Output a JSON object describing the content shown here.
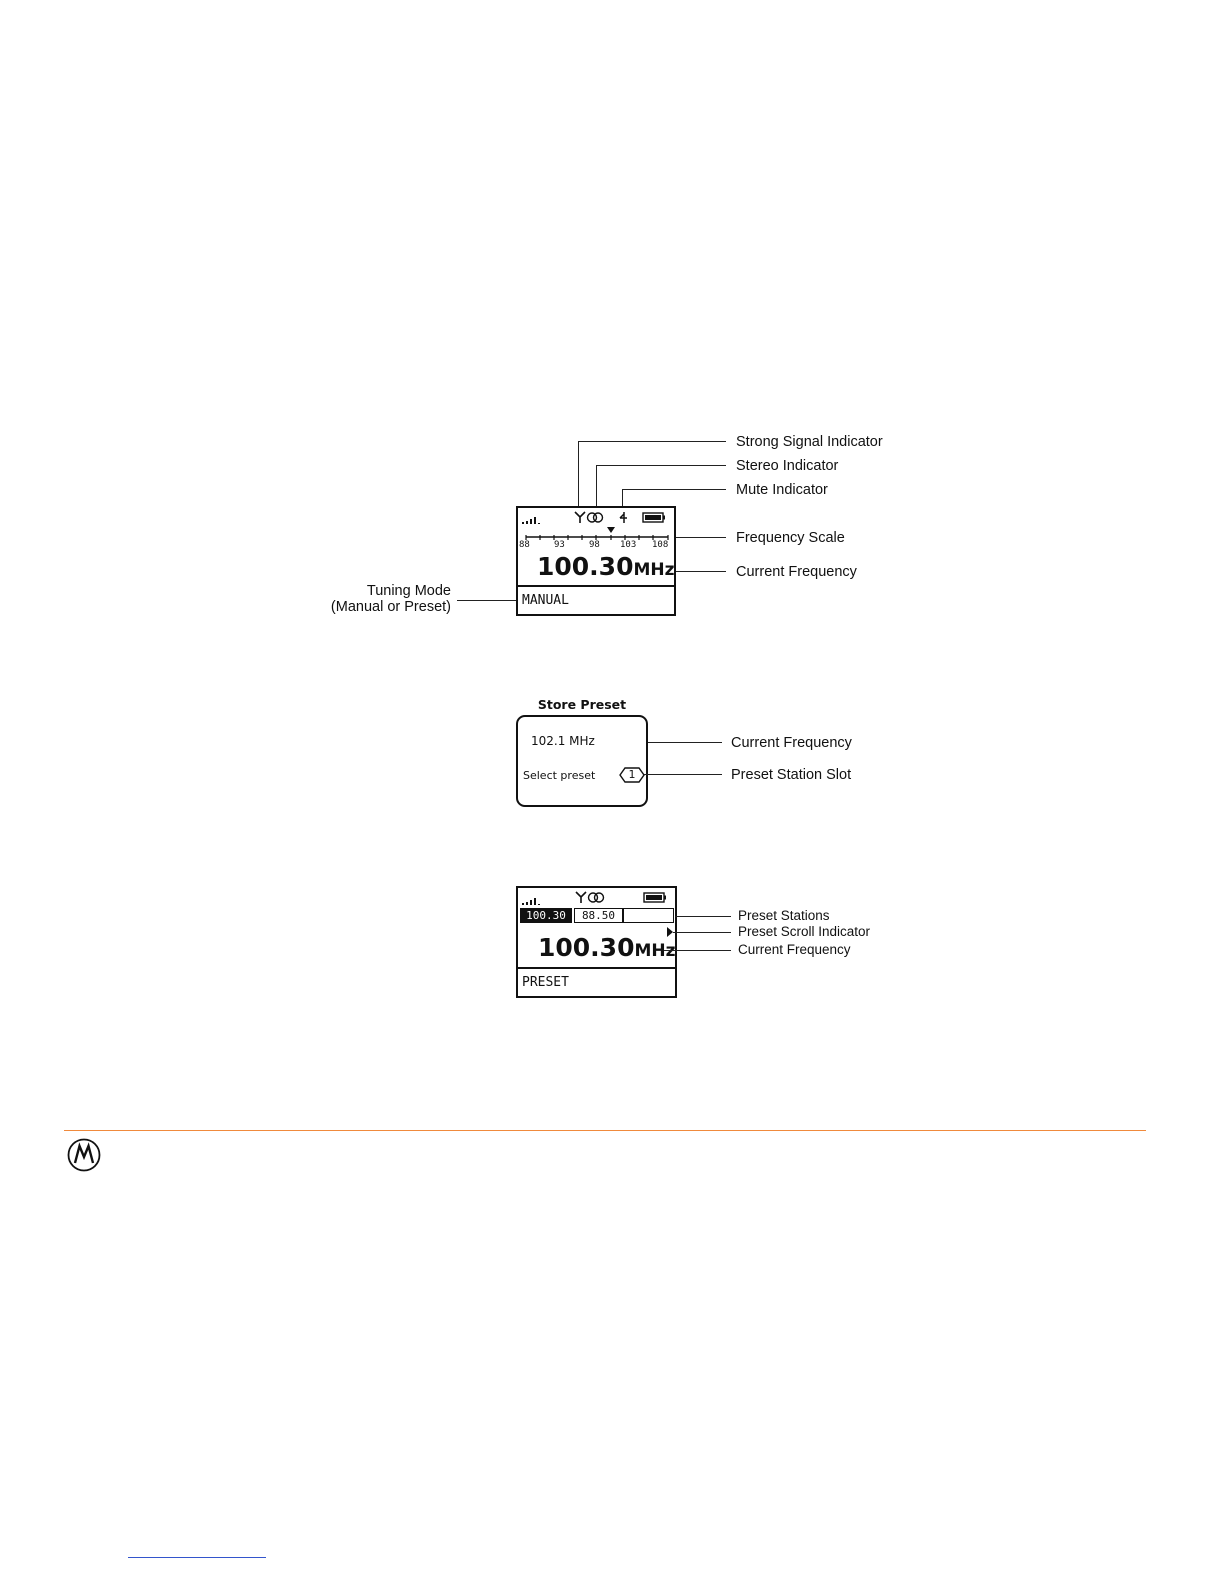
{
  "diagram1": {
    "callouts": {
      "strong_signal": "Strong Signal Indicator",
      "stereo": "Stereo Indicator",
      "mute": "Mute Indicator",
      "frequency_scale": "Frequency Scale",
      "current_frequency": "Current Frequency",
      "tuning_mode_line1": "Tuning Mode",
      "tuning_mode_line2": "(Manual or Preset)"
    },
    "screen": {
      "scale_labels": [
        "88",
        "93",
        "98",
        "103",
        "108"
      ],
      "frequency_value": "100.30",
      "frequency_unit": "MHz",
      "mode": "MANUAL"
    }
  },
  "diagram2": {
    "title": "Store Preset",
    "frequency": "102.1 MHz",
    "select_label": "Select preset",
    "slot_number": "1",
    "callouts": {
      "current_frequency": "Current Frequency",
      "preset_slot": "Preset Station Slot"
    }
  },
  "diagram3": {
    "presets": [
      "100.30",
      "88.50",
      ""
    ],
    "frequency_value": "100.30",
    "frequency_unit": "MHz",
    "mode": "PRESET",
    "callouts": {
      "preset_stations": "Preset Stations",
      "preset_scroll": "Preset Scroll Indicator",
      "current_frequency": "Current Frequency"
    }
  },
  "colors": {
    "accent_rule": "#f08a3c",
    "ink": "#111111"
  },
  "icons": {
    "logo": "motorola-logo-icon",
    "signal": "signal-bars-icon",
    "antenna": "antenna-icon",
    "stereo": "stereo-icon",
    "mute": "mute-icon",
    "battery": "battery-icon"
  }
}
